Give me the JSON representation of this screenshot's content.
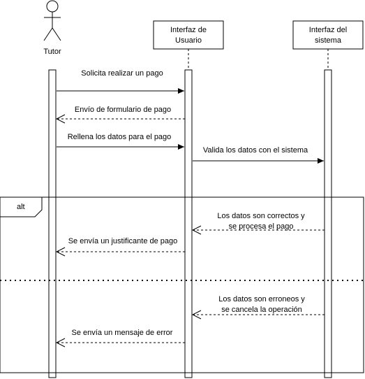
{
  "diagram": {
    "participants": {
      "tutor": {
        "label": "Tutor"
      },
      "ui": {
        "lines": [
          "Interfaz de",
          "Usuario"
        ]
      },
      "system": {
        "lines": [
          "Interfaz del",
          "sistema"
        ]
      }
    },
    "messages": [
      {
        "lines": [
          "Solicita realizar un pago"
        ],
        "style": "solid"
      },
      {
        "lines": [
          "Envío de formulario de pago"
        ],
        "style": "dashed"
      },
      {
        "lines": [
          "Rellena los datos para el pago"
        ],
        "style": "solid"
      },
      {
        "lines": [
          "Valida los datos con el sistema"
        ],
        "style": "solid"
      },
      {
        "lines": [
          "Los datos son correctos y",
          "se procesa el pago"
        ],
        "style": "dashed"
      },
      {
        "lines": [
          "Se envía un justificante de pago"
        ],
        "style": "dashed"
      },
      {
        "lines": [
          "Los datos son erroneos y",
          "se cancela la operación"
        ],
        "style": "dashed"
      },
      {
        "lines": [
          "Se envía un mensaje de error"
        ],
        "style": "dashed"
      }
    ],
    "fragment": {
      "label": "alt"
    }
  }
}
